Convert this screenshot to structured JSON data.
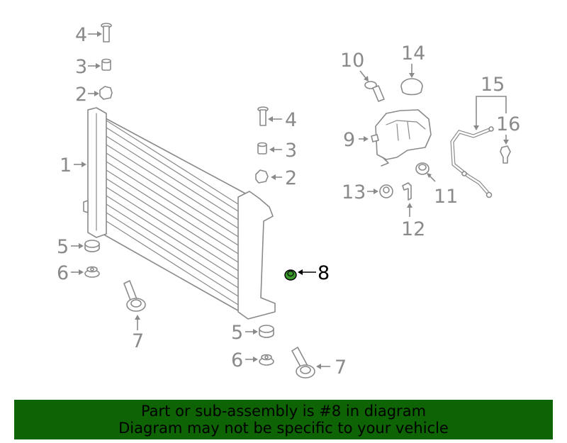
{
  "callouts": {
    "c4a": "4",
    "c3a": "3",
    "c2a": "2",
    "c1": "1",
    "c4b": "4",
    "c3b": "3",
    "c2b": "2",
    "c5a": "5",
    "c6a": "6",
    "c7a": "7",
    "c5b": "5",
    "c6b": "6",
    "c7b": "7",
    "c8": "8",
    "c10": "10",
    "c14": "14",
    "c15": "15",
    "c16": "16",
    "c9": "9",
    "c11": "11",
    "c12": "12",
    "c13": "13"
  },
  "highlighted_part": "8",
  "colors": {
    "line": "#8a8a8a",
    "highlight_fill": "#3a9a2a",
    "banner_bg": "#0e6304"
  },
  "banner": {
    "line1": "Part or sub-assembly is #8 in diagram",
    "line2": "Diagram may not be specific to your vehicle"
  }
}
